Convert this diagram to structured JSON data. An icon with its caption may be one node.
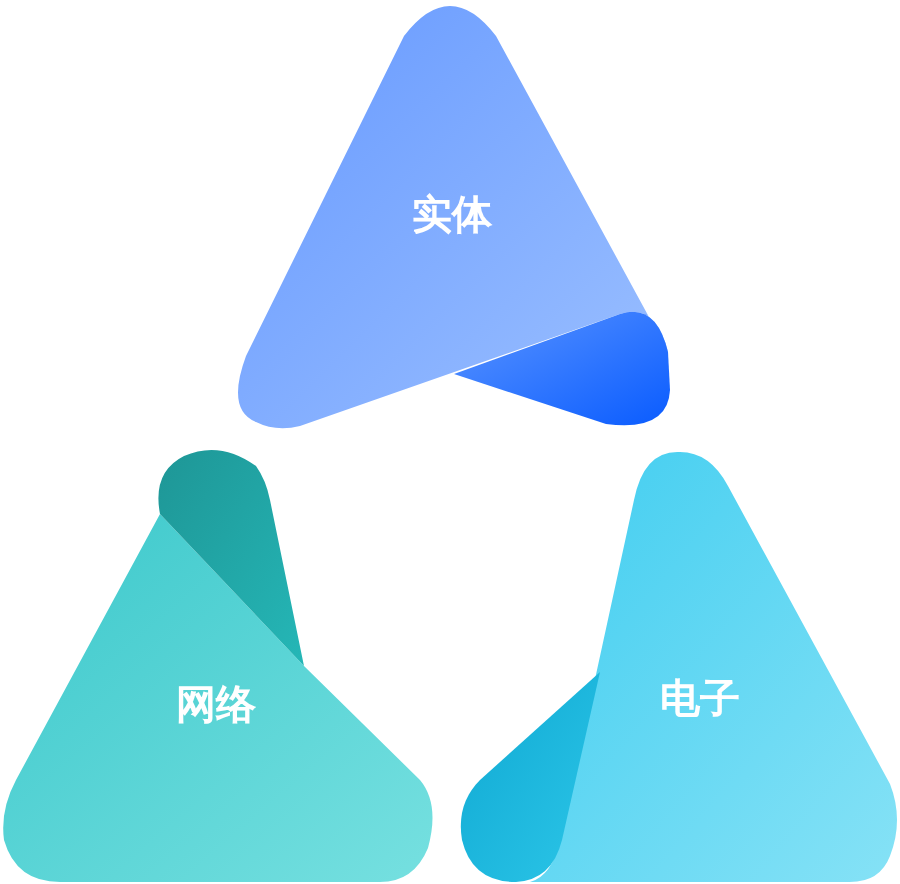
{
  "diagram": {
    "nodes": [
      {
        "text": [
          "实体"
        ]
      },
      {
        "text": [
          "网络"
        ]
      },
      {
        "text": [
          "电子"
        ]
      }
    ]
  }
}
